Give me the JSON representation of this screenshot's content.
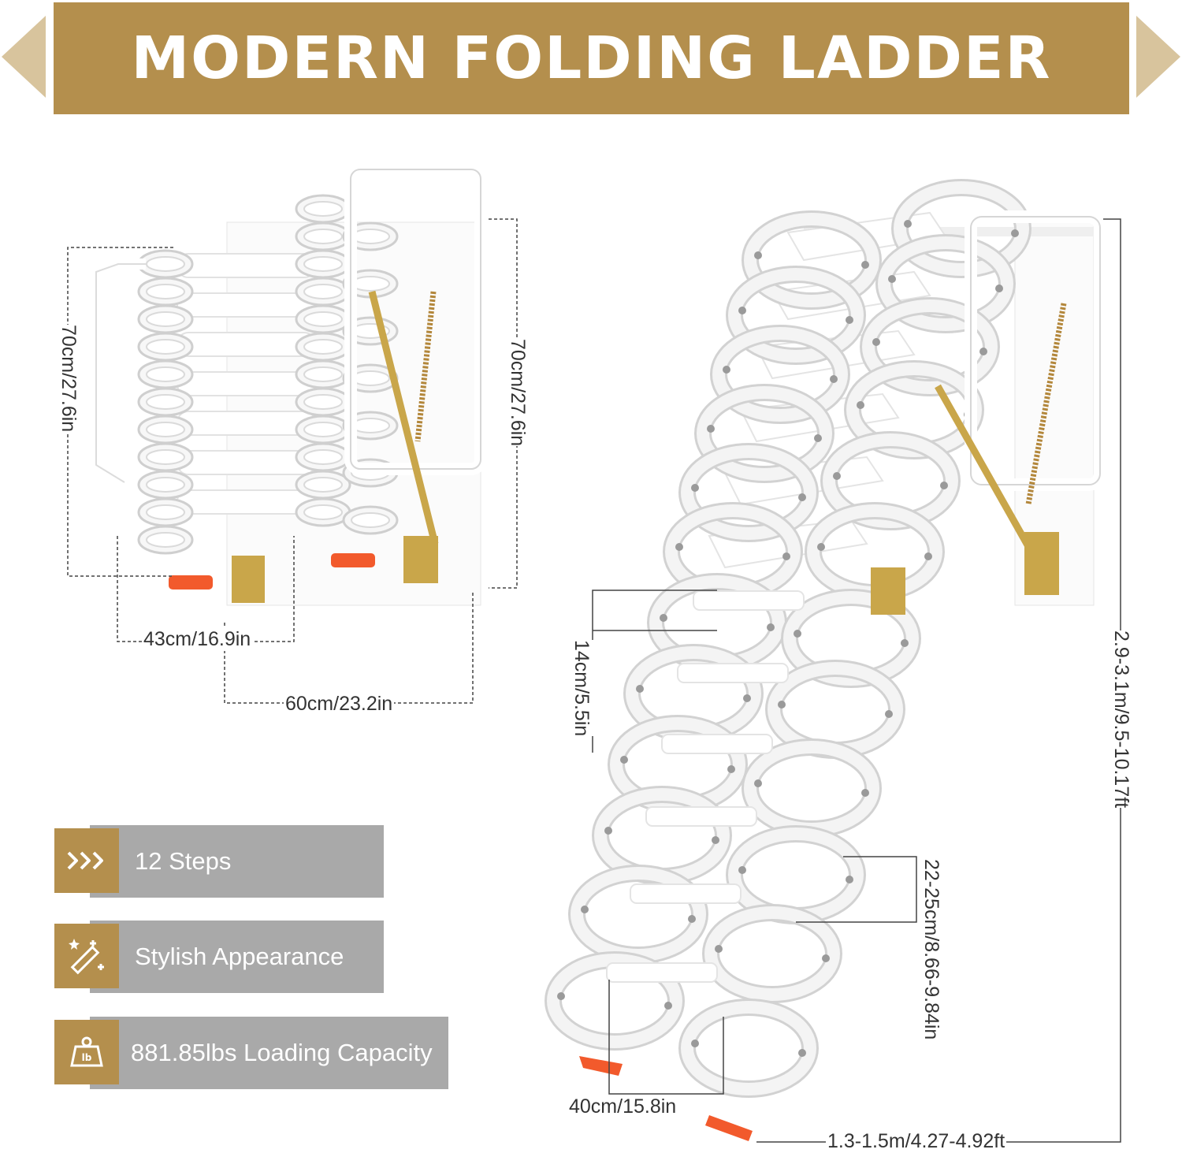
{
  "banner": {
    "title": "MODERN FOLDING LADDER"
  },
  "dimensions": {
    "left_height_left": "70cm/27.6in",
    "left_height_right": "70cm/27.6in",
    "left_depth": "43cm/16.9in",
    "left_width": "60cm/23.2in",
    "step_rise": "14cm/5.5in",
    "total_height": "2.9-3.1m/9.5-10.17ft",
    "step_spacing": "22-25cm/8.66-9.84in",
    "step_width": "40cm/15.8in",
    "total_depth": "1.3-1.5m/4.27-4.92ft"
  },
  "features": [
    {
      "icon": "chevrons-right-icon",
      "label": "12 Steps"
    },
    {
      "icon": "magic-wand-icon",
      "label": "Stylish Appearance"
    },
    {
      "icon": "weight-lb-icon",
      "label": "881.85lbs Loading Capacity"
    }
  ],
  "colors": {
    "accent": "#b48f4d",
    "feature_bar": "#a9a9a9",
    "arrow": "#d8c49d",
    "foot_pad": "#f25a2c"
  }
}
